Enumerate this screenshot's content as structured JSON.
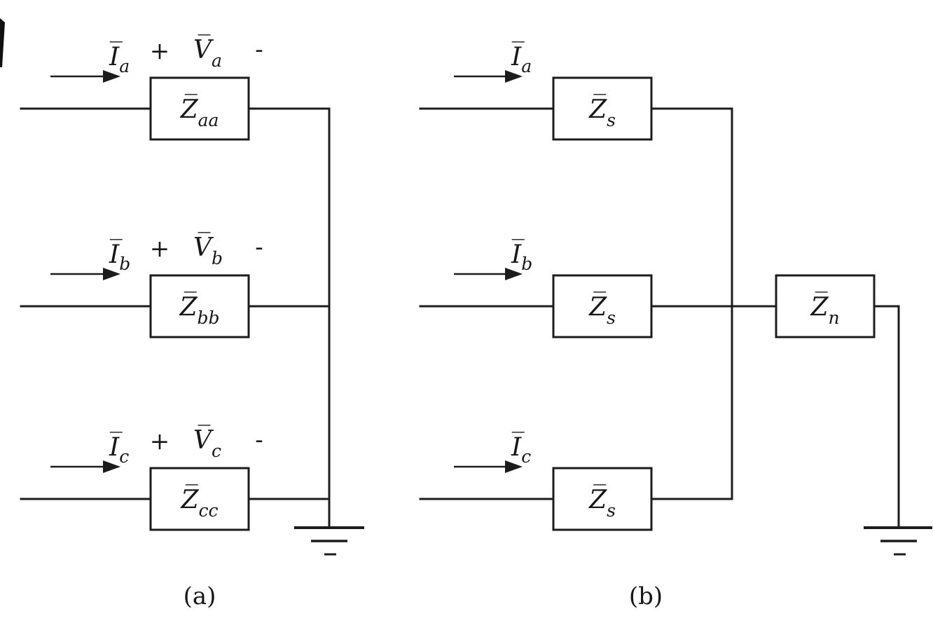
{
  "figure": {
    "background": "#ffffff",
    "ink": "#1c1c1c",
    "caption_a": "(a)",
    "caption_b": "(b)",
    "circuit_a": {
      "rows": [
        {
          "i_base": "I̅",
          "i_sub": "a",
          "plus": "+",
          "v_base": "V̅",
          "v_sub": "a",
          "minus": "-",
          "z_base": "Z̅",
          "z_sub": "aa"
        },
        {
          "i_base": "I̅",
          "i_sub": "b",
          "plus": "+",
          "v_base": "V̅",
          "v_sub": "b",
          "minus": "-",
          "z_base": "Z̅",
          "z_sub": "bb"
        },
        {
          "i_base": "I̅",
          "i_sub": "c",
          "plus": "+",
          "v_base": "V̅",
          "v_sub": "c",
          "minus": "-",
          "z_base": "Z̅",
          "z_sub": "cc"
        }
      ]
    },
    "circuit_b": {
      "rows": [
        {
          "i_base": "I̅",
          "i_sub": "a",
          "z_base": "Z̅",
          "z_sub": "s"
        },
        {
          "i_base": "I̅",
          "i_sub": "b",
          "z_base": "Z̅",
          "z_sub": "s"
        },
        {
          "i_base": "I̅",
          "i_sub": "c",
          "z_base": "Z̅",
          "z_sub": "s"
        }
      ],
      "neutral": {
        "z_base": "Z̅",
        "z_sub": "n"
      }
    }
  }
}
